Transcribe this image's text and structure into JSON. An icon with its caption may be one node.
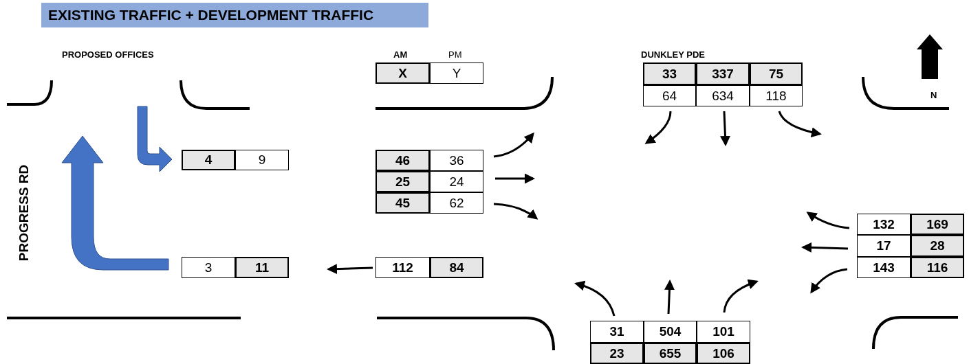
{
  "diagram": {
    "title": "EXISTING TRAFFIC + DEVELOPMENT TRAFFIC",
    "labels": [
      "PROPOSED OFFICES",
      "AM",
      "PM",
      "DUNKLEY PDE",
      "X",
      "Y",
      "33",
      "337",
      "75",
      "64",
      "634",
      "118",
      "N",
      "4",
      "9",
      "46",
      "36",
      "PROGRESS RD",
      "25",
      "24",
      "45",
      "62",
      "132",
      "169",
      "17",
      "28",
      "3",
      "11",
      "112",
      "84",
      "143",
      "116",
      "31",
      "504",
      "101",
      "23",
      "655",
      "106"
    ]
  }
}
